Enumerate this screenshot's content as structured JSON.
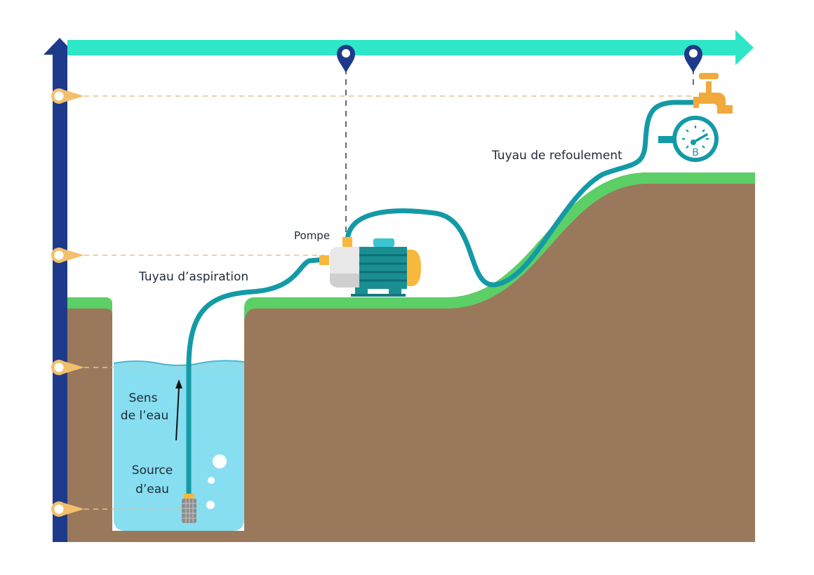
{
  "labels": {
    "pump": "Pompe",
    "suction_pipe": "Tuyau d’aspiration",
    "discharge_pipe": "Tuyau de refoulement",
    "water_direction_line1": "Sens",
    "water_direction_line2": "de l’eau",
    "water_source_line1": "Source",
    "water_source_line2": "d’eau",
    "gauge_letter": "B"
  },
  "colors": {
    "vertical_axis": "#1e3a8a",
    "horizontal_axis": "#2ee6c8",
    "location_pin": "#1e3a8a",
    "ground": "#9a785b",
    "grass": "#5ccf66",
    "water": "#86def0",
    "pipe": "#139aa6",
    "pump_body": "#1a8f93",
    "pump_accent": "#f7b83c",
    "faucet": "#f2a93b",
    "gauge": "#139aa6",
    "level_marker": "#f2c06b",
    "guide_dashes": "#e7c28a"
  },
  "icons": {
    "pin": "location-pin-icon",
    "faucet": "faucet-icon",
    "gauge": "pressure-gauge-icon",
    "pump": "pump-icon",
    "strainer": "strainer-icon",
    "arrow": "arrow-up-icon"
  }
}
